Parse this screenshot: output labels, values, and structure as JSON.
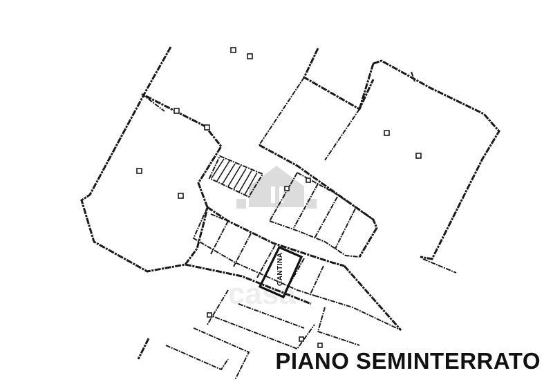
{
  "floor_title": "PIANO SEMINTERRATO",
  "room_label": "CANTINA",
  "watermark_text": "casa",
  "colors": {
    "line": "#1a1a1a",
    "background": "#ffffff",
    "watermark": "#d9d9d9"
  }
}
